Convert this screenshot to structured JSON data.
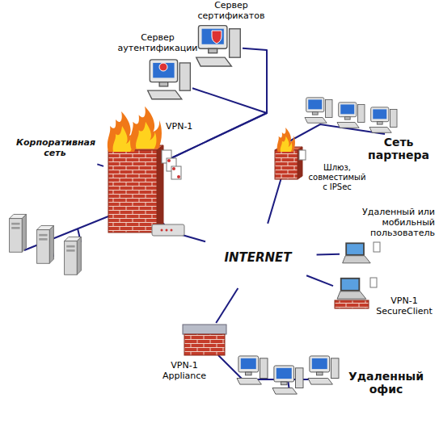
{
  "diagram": {
    "nodes": [
      {
        "text": [
          "Сервер сертификатов"
        ]
      },
      {
        "text": [
          "Сервер аутентификации"
        ]
      },
      {
        "text": [
          "Корпоративная сеть"
        ]
      },
      {
        "text": [
          "VPN-1"
        ]
      },
      {
        "text": [
          "Сеть партнера"
        ]
      },
      {
        "text": [
          "Шлюз, совместимый с IPSec"
        ],
        "in": 4
      },
      {
        "text": [
          "INTERNET"
        ]
      },
      {
        "text": [
          "Удаленный или мобильный пользователь"
        ]
      },
      {
        "text": [
          "VPN-1 SecureClient"
        ]
      },
      {
        "text": [
          "Удаленный офис"
        ]
      },
      {
        "text": [
          "VPN-1 Appliance"
        ],
        "in": 9
      }
    ],
    "edges": [
      {
        "from": 3,
        "to": 1,
        "arrow": "none"
      },
      {
        "from": 3,
        "to": 0,
        "arrow": "none"
      },
      {
        "from": 2,
        "to": 3,
        "arrow": "none"
      },
      {
        "from": 3,
        "to": 6,
        "arrow": "none"
      },
      {
        "from": 5,
        "to": 6,
        "arrow": "none"
      },
      {
        "from": 7,
        "to": 6,
        "arrow": "none"
      },
      {
        "from": 8,
        "to": 6,
        "arrow": "none"
      },
      {
        "from": 10,
        "to": 6,
        "arrow": "none"
      }
    ]
  }
}
